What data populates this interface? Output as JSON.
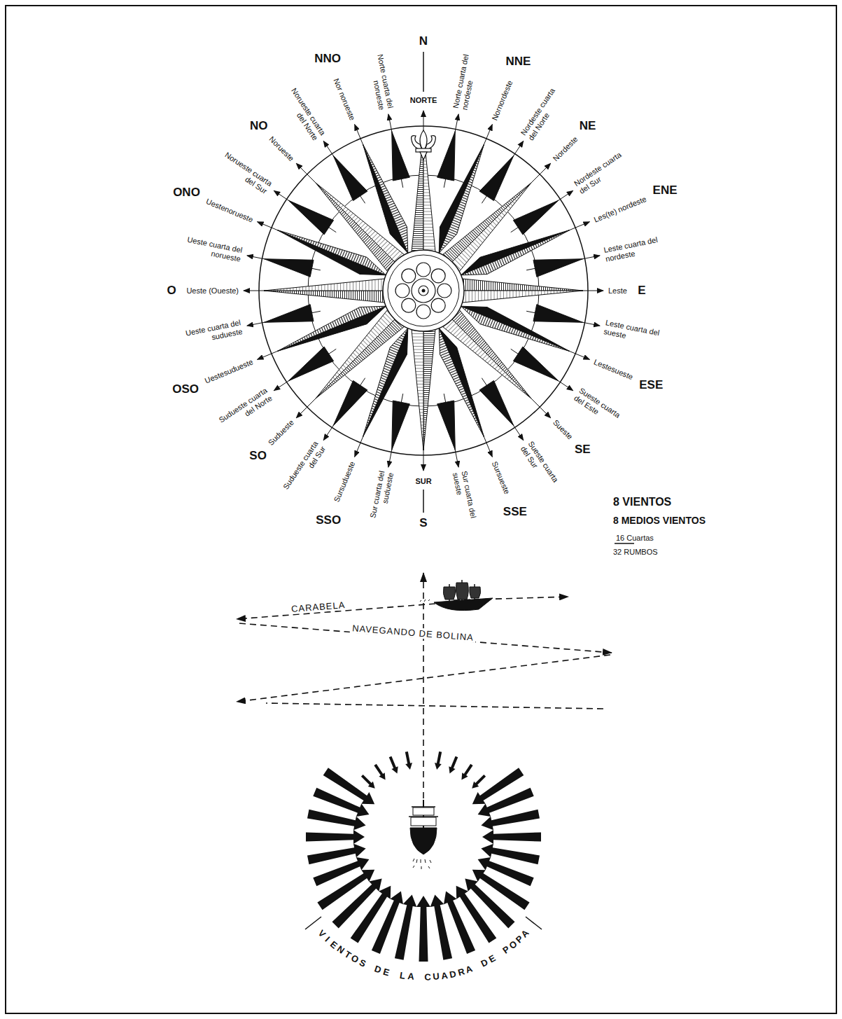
{
  "diagram": {
    "labels": [
      "NORTE",
      "Norte cuarta del nordeste",
      "Nornordeste",
      "Nordeste cuarta del Norte",
      "Nordeste",
      "Nordeste cuarta del Sur",
      "Les(te) nordeste",
      "Leste cuarta del nordeste",
      "Leste",
      "Leste cuarta del sueste",
      "Lestesueste",
      "Sueste cuarta del Este",
      "Sueste",
      "Sueste cuarta del Sur",
      "Sursueste",
      "Sur cuarta del sueste",
      "SUR",
      "Sur cuarta del sudueste",
      "Sursudueste",
      "Sudueste cuarta del Sur",
      "Sudueste",
      "Sudueste cuarta del Norte",
      "Uestesudueste",
      "Ueste cuarta del sudueste",
      "Ueste (Oueste)",
      "Ueste cuarta del norueste",
      "Uestenorueste",
      "Norueste cuarta del Sur",
      "Norueste",
      "Norueste cuarta del Norte",
      "Nor norueste",
      "Norte cuarta del norueste",
      "N",
      "NNE",
      "NE",
      "ENE",
      "E",
      "ESE",
      "SE",
      "SSE",
      "S",
      "SSO",
      "SO",
      "OSO",
      "O",
      "ONO",
      "NO",
      "NNO",
      "8 VIENTOS",
      "8 MEDIOS VIENTOS",
      "16 Cuartas",
      "32 RUMBOS",
      "CARABELA",
      "NAVEGANDO DE BOLINA",
      "VIENTOS DE LA CUADRA DE POPA"
    ]
  }
}
